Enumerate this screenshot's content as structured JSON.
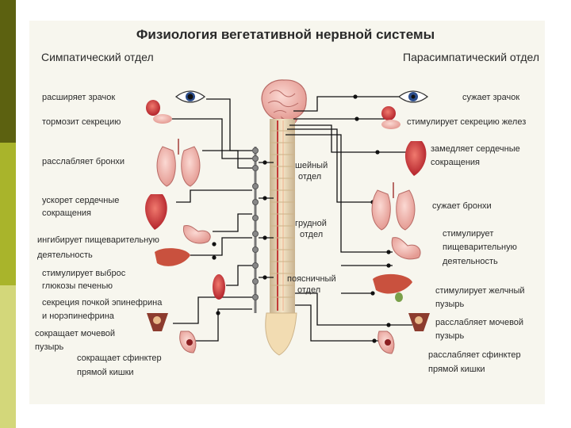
{
  "title": "Физиология вегетативной нервной системы",
  "headers": {
    "sympathetic": "Симпатический отдел",
    "parasympathetic": "Парасимпатический отдел"
  },
  "spine_labels": {
    "cervical": [
      "шейный",
      "отдел"
    ],
    "thoracic": [
      "грудной",
      "отдел"
    ],
    "lumbar": [
      "поясничный",
      "отдел"
    ]
  },
  "sympathetic_effects": [
    {
      "lines": [
        "расширяет зрачок"
      ]
    },
    {
      "lines": [
        "тормозит секрецию"
      ]
    },
    {
      "lines": [
        "расслабляет бронхи"
      ]
    },
    {
      "lines": [
        "ускорет сердечные",
        "сокращения"
      ]
    },
    {
      "lines": [
        "ингибирует пищеварительную",
        "деятельность"
      ]
    },
    {
      "lines": [
        "стимулирует выброс",
        "глюкозы печенью"
      ]
    },
    {
      "lines": [
        "секреция почкой эпинефрина",
        "и норэпинефрина"
      ]
    },
    {
      "lines": [
        "сокращает мочевой",
        "пузырь"
      ]
    },
    {
      "lines": [
        "сокращает сфинктер",
        "прямой кишки"
      ]
    }
  ],
  "parasympathetic_effects": [
    {
      "lines": [
        "сужает зрачок"
      ]
    },
    {
      "lines": [
        "стимулирует секрецию желез"
      ]
    },
    {
      "lines": [
        "замедляет сердечные",
        "сокращения"
      ]
    },
    {
      "lines": [
        "сужает бронхи"
      ]
    },
    {
      "lines": [
        "стимулирует",
        "пищеварительную",
        "деятельность"
      ]
    },
    {
      "lines": [
        "стимулирует желчный",
        "пузырь"
      ]
    },
    {
      "lines": [
        "расслабляет мочевой",
        "пузырь"
      ]
    },
    {
      "lines": [
        "расслабляет сфинктер",
        "прямой кишки"
      ]
    }
  ],
  "colors": {
    "bar_dark": "#5c6110",
    "bar_mid": "#a9b42b",
    "bar_light": "#d3d77a",
    "panel": "#f7f6ee",
    "organ_red": "#c8343a",
    "organ_pink": "#f0b3ad",
    "spine": "#f2dcb2"
  }
}
